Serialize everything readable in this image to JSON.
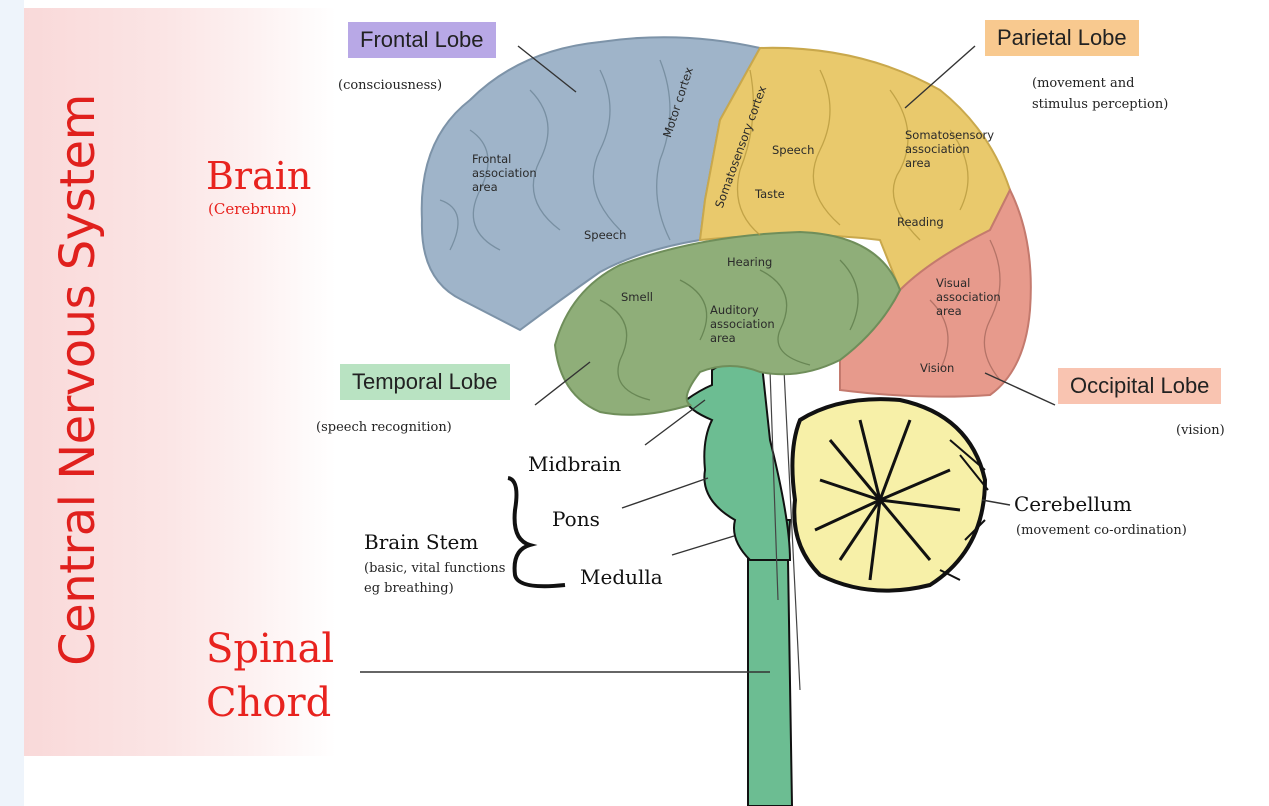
{
  "sidebar": {
    "title": "Central Nervous System",
    "brain": "Brain",
    "brain_sub": "(Cerebrum)",
    "spinal_line1": "Spinal",
    "spinal_line2": "Chord"
  },
  "lobes": {
    "frontal": {
      "label": "Frontal Lobe",
      "desc": "(consciousness)",
      "color": "#b8a8e6"
    },
    "parietal": {
      "label": "Parietal Lobe",
      "desc_line1": "(movement and",
      "desc_line2": "stimulus perception)",
      "color": "#f8c98f"
    },
    "temporal": {
      "label": "Temporal Lobe",
      "desc": "(speech recognition)",
      "color": "#b9e3c2"
    },
    "occipital": {
      "label": "Occipital Lobe",
      "desc": "(vision)",
      "color": "#f9c4b1"
    }
  },
  "areas": {
    "frontal_assoc": [
      "Frontal",
      "association",
      "area"
    ],
    "speech_frontal": "Speech",
    "motor_cortex": "Motor cortex",
    "somatosensory_cortex": "Somatosensory cortex",
    "speech_parietal": "Speech",
    "taste": "Taste",
    "somato_assoc": [
      "Somatosensory",
      "association",
      "area"
    ],
    "reading": "Reading",
    "hearing": "Hearing",
    "smell": "Smell",
    "auditory_assoc": [
      "Auditory",
      "association",
      "area"
    ],
    "visual_assoc": [
      "Visual",
      "association",
      "area"
    ],
    "vision": "Vision"
  },
  "brainstem": {
    "midbrain": "Midbrain",
    "pons": "Pons",
    "medulla": "Medulla",
    "title": "Brain Stem",
    "desc_line1": "(basic, vital functions",
    "desc_line2": "eg breathing)"
  },
  "cerebellum": {
    "label": "Cerebellum",
    "desc": "(movement co-ordination)"
  },
  "colors": {
    "frontal": "#9fb4c9",
    "parietal": "#e9c96c",
    "temporal": "#8fae79",
    "occipital": "#e79a8c",
    "stem": "#6cbd92",
    "cerebellum": "#f7f0a8",
    "accent_red": "#e8231f"
  }
}
